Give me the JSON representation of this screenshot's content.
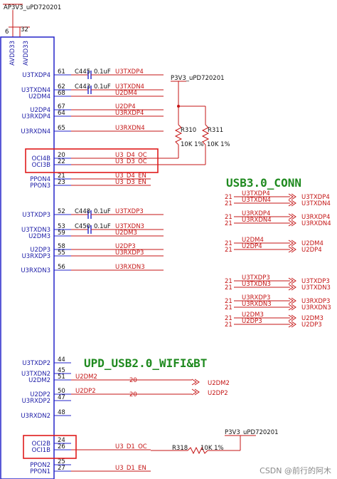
{
  "chip": {
    "supply_net": "AP3V3_uPD720201",
    "top_pins": [
      "6",
      "32"
    ],
    "power_pins": [
      "AVDD33",
      "AVDD33"
    ],
    "pins": [
      {
        "name": "U3TXDP4",
        "num": "61",
        "net": "U3TXDP4",
        "cap": "C445",
        "cap_val": "0.1uF"
      },
      {
        "name": "U3TXDN4",
        "num": "62",
        "net": "U3TXDN4",
        "cap": "C443",
        "cap_val": "0.1uF"
      },
      {
        "name": "U2DM4",
        "num": "68",
        "net": "U2DM4"
      },
      {
        "name": "U2DP4",
        "num": "67",
        "net": "U2DP4"
      },
      {
        "name": "U3RXDP4",
        "num": "64",
        "net": "U3RXDP4"
      },
      {
        "name": "U3RXDN4",
        "num": "65",
        "net": "U3RXDN4"
      },
      {
        "name": "OCI4B",
        "num": "20",
        "net": "U3_D4_OC"
      },
      {
        "name": "OCI3B",
        "num": "22",
        "net": "U3_D3_OC"
      },
      {
        "name": "PPON4",
        "num": "21",
        "net": "U3_D4_EN"
      },
      {
        "name": "PPON3",
        "num": "23",
        "net": "U3_D3_EN"
      },
      {
        "name": "U3TXDP3",
        "num": "52",
        "net": "U3TXDP3",
        "cap": "C448",
        "cap_val": "0.1uF"
      },
      {
        "name": "U3TXDN3",
        "num": "53",
        "net": "U3TXDN3",
        "cap": "C450",
        "cap_val": "0.1uF"
      },
      {
        "name": "U2DM3",
        "num": "59",
        "net": "U2DM3"
      },
      {
        "name": "U2DP3",
        "num": "58",
        "net": "U2DP3"
      },
      {
        "name": "U3RXDP3",
        "num": "55",
        "net": "U3RXDP3"
      },
      {
        "name": "U3RXDN3",
        "num": "56",
        "net": "U3RXDN3"
      },
      {
        "name": "U3TXDP2",
        "num": "44"
      },
      {
        "name": "U3TXDN2",
        "num": "45"
      },
      {
        "name": "U2DM2",
        "num": "51",
        "net": "U2DM2",
        "ref": "20"
      },
      {
        "name": "U2DP2",
        "num": "50",
        "net": "U2DP2",
        "ref": "20"
      },
      {
        "name": "U3RXDP2",
        "num": "47"
      },
      {
        "name": "U3RXDN2",
        "num": "48"
      },
      {
        "name": "OCI2B",
        "num": "24"
      },
      {
        "name": "OCI1B",
        "num": "26",
        "net": "U3_D1_OC"
      },
      {
        "name": "PPON2",
        "num": "25"
      },
      {
        "name": "PPON1",
        "num": "27",
        "net": "U3_D1_EN"
      }
    ]
  },
  "pullups": {
    "supply_net": "P3V3_uPD720201",
    "resistors": [
      {
        "ref": "R310",
        "val": "10K 1%"
      },
      {
        "ref": "R311",
        "val": "10K 1%"
      }
    ]
  },
  "oc_pullup": {
    "supply_net": "P3V3_uPD720201",
    "ref": "R318",
    "val": "10K 1%"
  },
  "usb3_conn": {
    "title": "USB3.0_CONN",
    "groups": [
      [
        {
          "ref": "21",
          "net": "U3TXDP4",
          "dest": "U3TXDP4"
        },
        {
          "ref": "21",
          "net": "U3TXDN4",
          "dest": "U3TXDN4"
        }
      ],
      [
        {
          "ref": "21",
          "net": "U3RXDP4",
          "dest": "U3RXDP4"
        },
        {
          "ref": "21",
          "net": "U3RXDN4",
          "dest": "U3RXDN4"
        }
      ],
      [
        {
          "ref": "21",
          "net": "U2DM4",
          "dest": "U2DM4"
        },
        {
          "ref": "21",
          "net": "U2DP4",
          "dest": "U2DP4"
        }
      ],
      [
        {
          "ref": "21",
          "net": "U3TXDP3",
          "dest": "U3TXDP3"
        },
        {
          "ref": "21",
          "net": "U3TXDN3",
          "dest": "U3TXDN3"
        }
      ],
      [
        {
          "ref": "21",
          "net": "U3RXDP3",
          "dest": "U3RXDP3"
        },
        {
          "ref": "21",
          "net": "U3RXDN3",
          "dest": "U3RXDN3"
        }
      ],
      [
        {
          "ref": "21",
          "net": "U2DM3",
          "dest": "U2DM3"
        },
        {
          "ref": "21",
          "net": "U2DP3",
          "dest": "U2DP3"
        }
      ]
    ]
  },
  "usb2_wifi": {
    "title": "UPD_USB2.0_WIFI&BT",
    "dest": [
      "U2DM2",
      "U2DP2"
    ]
  },
  "watermark": "CSDN @前行的阿木",
  "colors": {
    "box_blue": "#2323c8",
    "net_red": "#c41414",
    "highlight": "#e01c1c",
    "title_green": "#1f8a1f"
  }
}
